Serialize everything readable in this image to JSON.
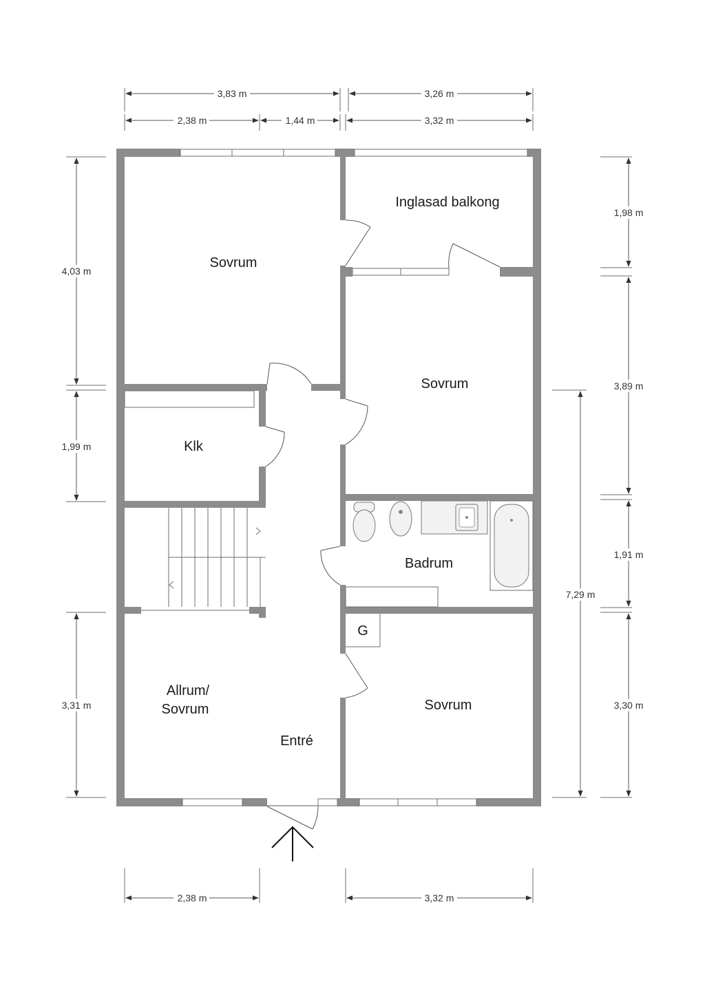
{
  "rooms": {
    "sovrum_top_left": "Sovrum",
    "balkong": "Inglasad balkong",
    "sovrum_right_mid": "Sovrum",
    "klk": "Klk",
    "badrum": "Badrum",
    "g": "G",
    "allrum_line1": "Allrum/",
    "allrum_line2": "Sovrum",
    "entre": "Entré",
    "sovrum_bottom_right": "Sovrum"
  },
  "dimensions": {
    "top_total_left": "3,83 m",
    "top_total_right": "3,26 m",
    "top_left_a": "2,38 m",
    "top_left_b": "1,44 m",
    "top_right": "3,32 m",
    "left_1": "4,03 m",
    "left_2": "1,99 m",
    "left_3": "3,31 m",
    "right_1": "1,98 m",
    "right_2": "3,89 m",
    "right_3": "1,91 m",
    "right_4": "3,30  m",
    "right_total": "7,29 m",
    "bottom_left": "2,38 m",
    "bottom_right": "3,32 m"
  }
}
